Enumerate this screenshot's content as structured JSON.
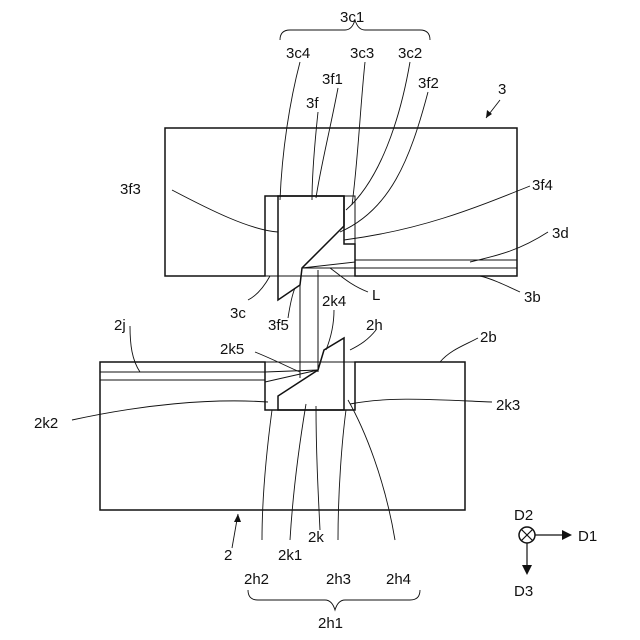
{
  "labels": {
    "l_3c1": "3c1",
    "l_3c4": "3c4",
    "l_3c3": "3c3",
    "l_3c2": "3c2",
    "l_3f1": "3f1",
    "l_3f": "3f",
    "l_3f2": "3f2",
    "l_3": "3",
    "l_3f3": "3f3",
    "l_3f4": "3f4",
    "l_3d": "3d",
    "l_3b": "3b",
    "l_L": "L",
    "l_3c": "3c",
    "l_3f5": "3f5",
    "l_2k4": "2k4",
    "l_2h": "2h",
    "l_2j": "2j",
    "l_2b": "2b",
    "l_2k5": "2k5",
    "l_2k3": "2k3",
    "l_2k2": "2k2",
    "l_2k": "2k",
    "l_2k1": "2k1",
    "l_2": "2",
    "l_2h2": "2h2",
    "l_2h3": "2h3",
    "l_2h4": "2h4",
    "l_2h1": "2h1",
    "l_D2": "D2",
    "l_D1": "D1",
    "l_D3": "D3"
  },
  "colors": {
    "line": "#111111",
    "background": "#ffffff"
  }
}
